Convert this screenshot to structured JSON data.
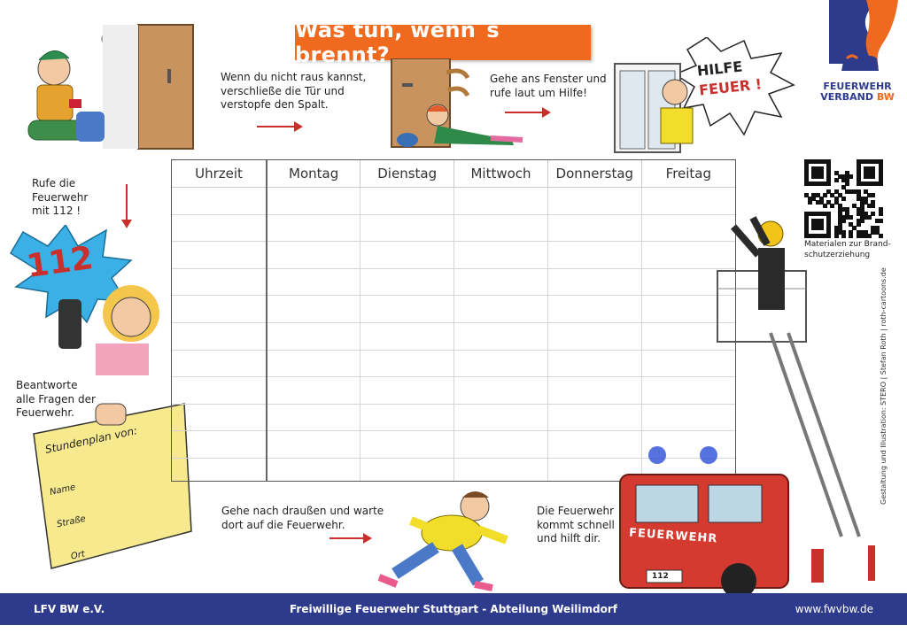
{
  "title": "Was tun, wenn´s brennt?",
  "logo": {
    "text_line1": "FEUERWEHR",
    "text_line2": "VERBAND",
    "text_suffix": "BW",
    "brand_color": "#2e3a8c",
    "flame_color": "#ef6a1f"
  },
  "steps": {
    "door": "Wenn du nicht raus kannst,\nverschließe die Tür und\nverstopfe den Spalt.",
    "window": "Gehe ans Fenster und\nrufe laut um Hilfe!",
    "call": "Rufe die\nFeuerwehr\nmit 112 !",
    "answer": "Beantworte\nalle Fragen der\nFeuerwehr.",
    "outside": "Gehe nach draußen und warte\ndort auf die Feuerwehr.",
    "firefighters": "Die Feuerwehr\nkommt schnell\nund hilft dir."
  },
  "illustration_text": {
    "hilfe_line1": "HILFE",
    "hilfe_line2": "FEUER !",
    "badge_112": "112",
    "card_title": "Stundenplan von:",
    "card_name": "Name",
    "card_street": "Straße",
    "card_city": "Ort",
    "truck_label": "FEUERWEHR",
    "truck_plate": "112"
  },
  "qr_caption": "Materialen zur Brand-\nschutzerziehung",
  "credit": "Gestaltung und Illustration: STERO | Stefan Roth | roth-cartoons.de",
  "timetable": {
    "headers": [
      "Uhrzeit",
      "Montag",
      "Dienstag",
      "Mittwoch",
      "Donnerstag",
      "Freitag"
    ],
    "row_count": 11
  },
  "footer": {
    "left": "LFV BW e.V.",
    "center": "Freiwillige Feuerwehr Stuttgart - Abteilung Weilimdorf",
    "right": "www.fwvbw.de"
  },
  "colors": {
    "accent_orange": "#ef6a1f",
    "footer_blue": "#2e3a8c",
    "arrow_red": "#c9302c"
  }
}
